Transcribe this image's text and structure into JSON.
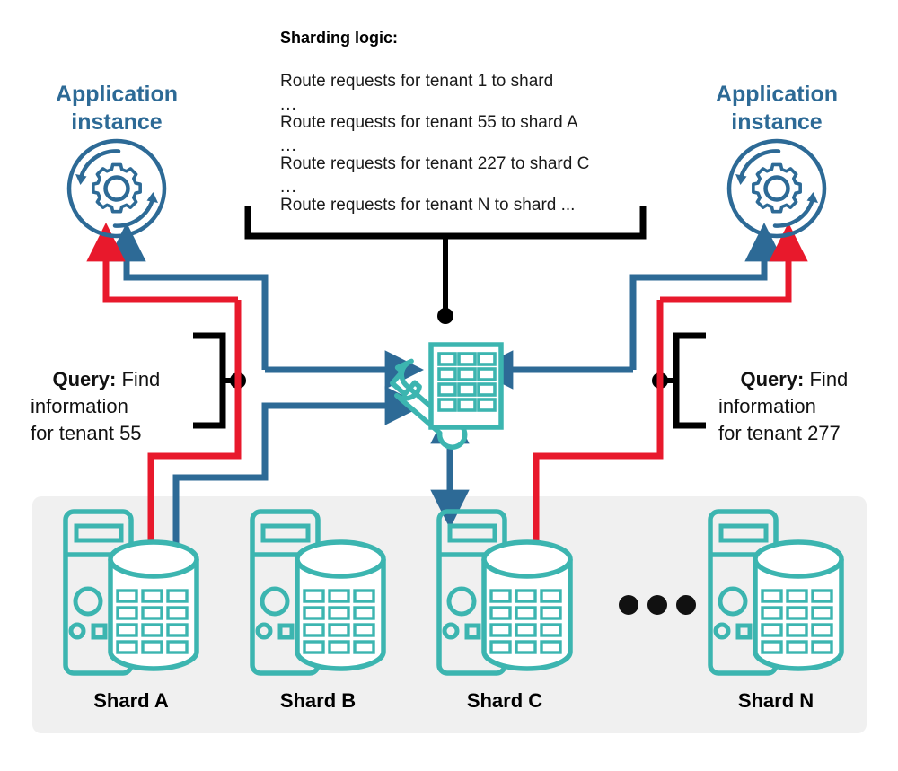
{
  "diagram": {
    "title": "Sharded multi-tenant routing diagram",
    "colors": {
      "blue": "#2d6a96",
      "red": "#e8192c",
      "teal": "#3cb5b0",
      "black": "#000000",
      "panel_gray": "#f0f0f0",
      "background": "#ffffff"
    }
  },
  "app_instances": {
    "left": {
      "label": "Application\ninstance",
      "icon": "gear-refresh-icon"
    },
    "right": {
      "label": "Application\ninstance",
      "icon": "gear-refresh-icon"
    }
  },
  "sharding_logic": {
    "title": "Sharding logic:",
    "lines": [
      "Route requests for tenant 1 to shard",
      "...",
      "Route requests for tenant 55 to shard A",
      "...",
      "Route requests for tenant 227 to shard C",
      "...",
      "Route requests for tenant N to shard ..."
    ]
  },
  "queries": {
    "left": {
      "prefix": "Query:",
      "body": " Find\ninformation\nfor tenant 55",
      "tenant": "55"
    },
    "right": {
      "prefix": "Query:",
      "body": " Find\ninformation\nfor tenant 277",
      "tenant": "277"
    }
  },
  "router": {
    "icon": "wrench-table-router-icon",
    "name": "sharding-router"
  },
  "shards": {
    "panel_name": "shards-panel",
    "ellipsis": "•••",
    "items": [
      {
        "label": "Shard A",
        "icon": "server-database-icon"
      },
      {
        "label": "Shard B",
        "icon": "server-database-icon"
      },
      {
        "label": "Shard C",
        "icon": "server-database-icon"
      },
      {
        "label": "Shard N",
        "icon": "server-database-icon"
      }
    ]
  }
}
